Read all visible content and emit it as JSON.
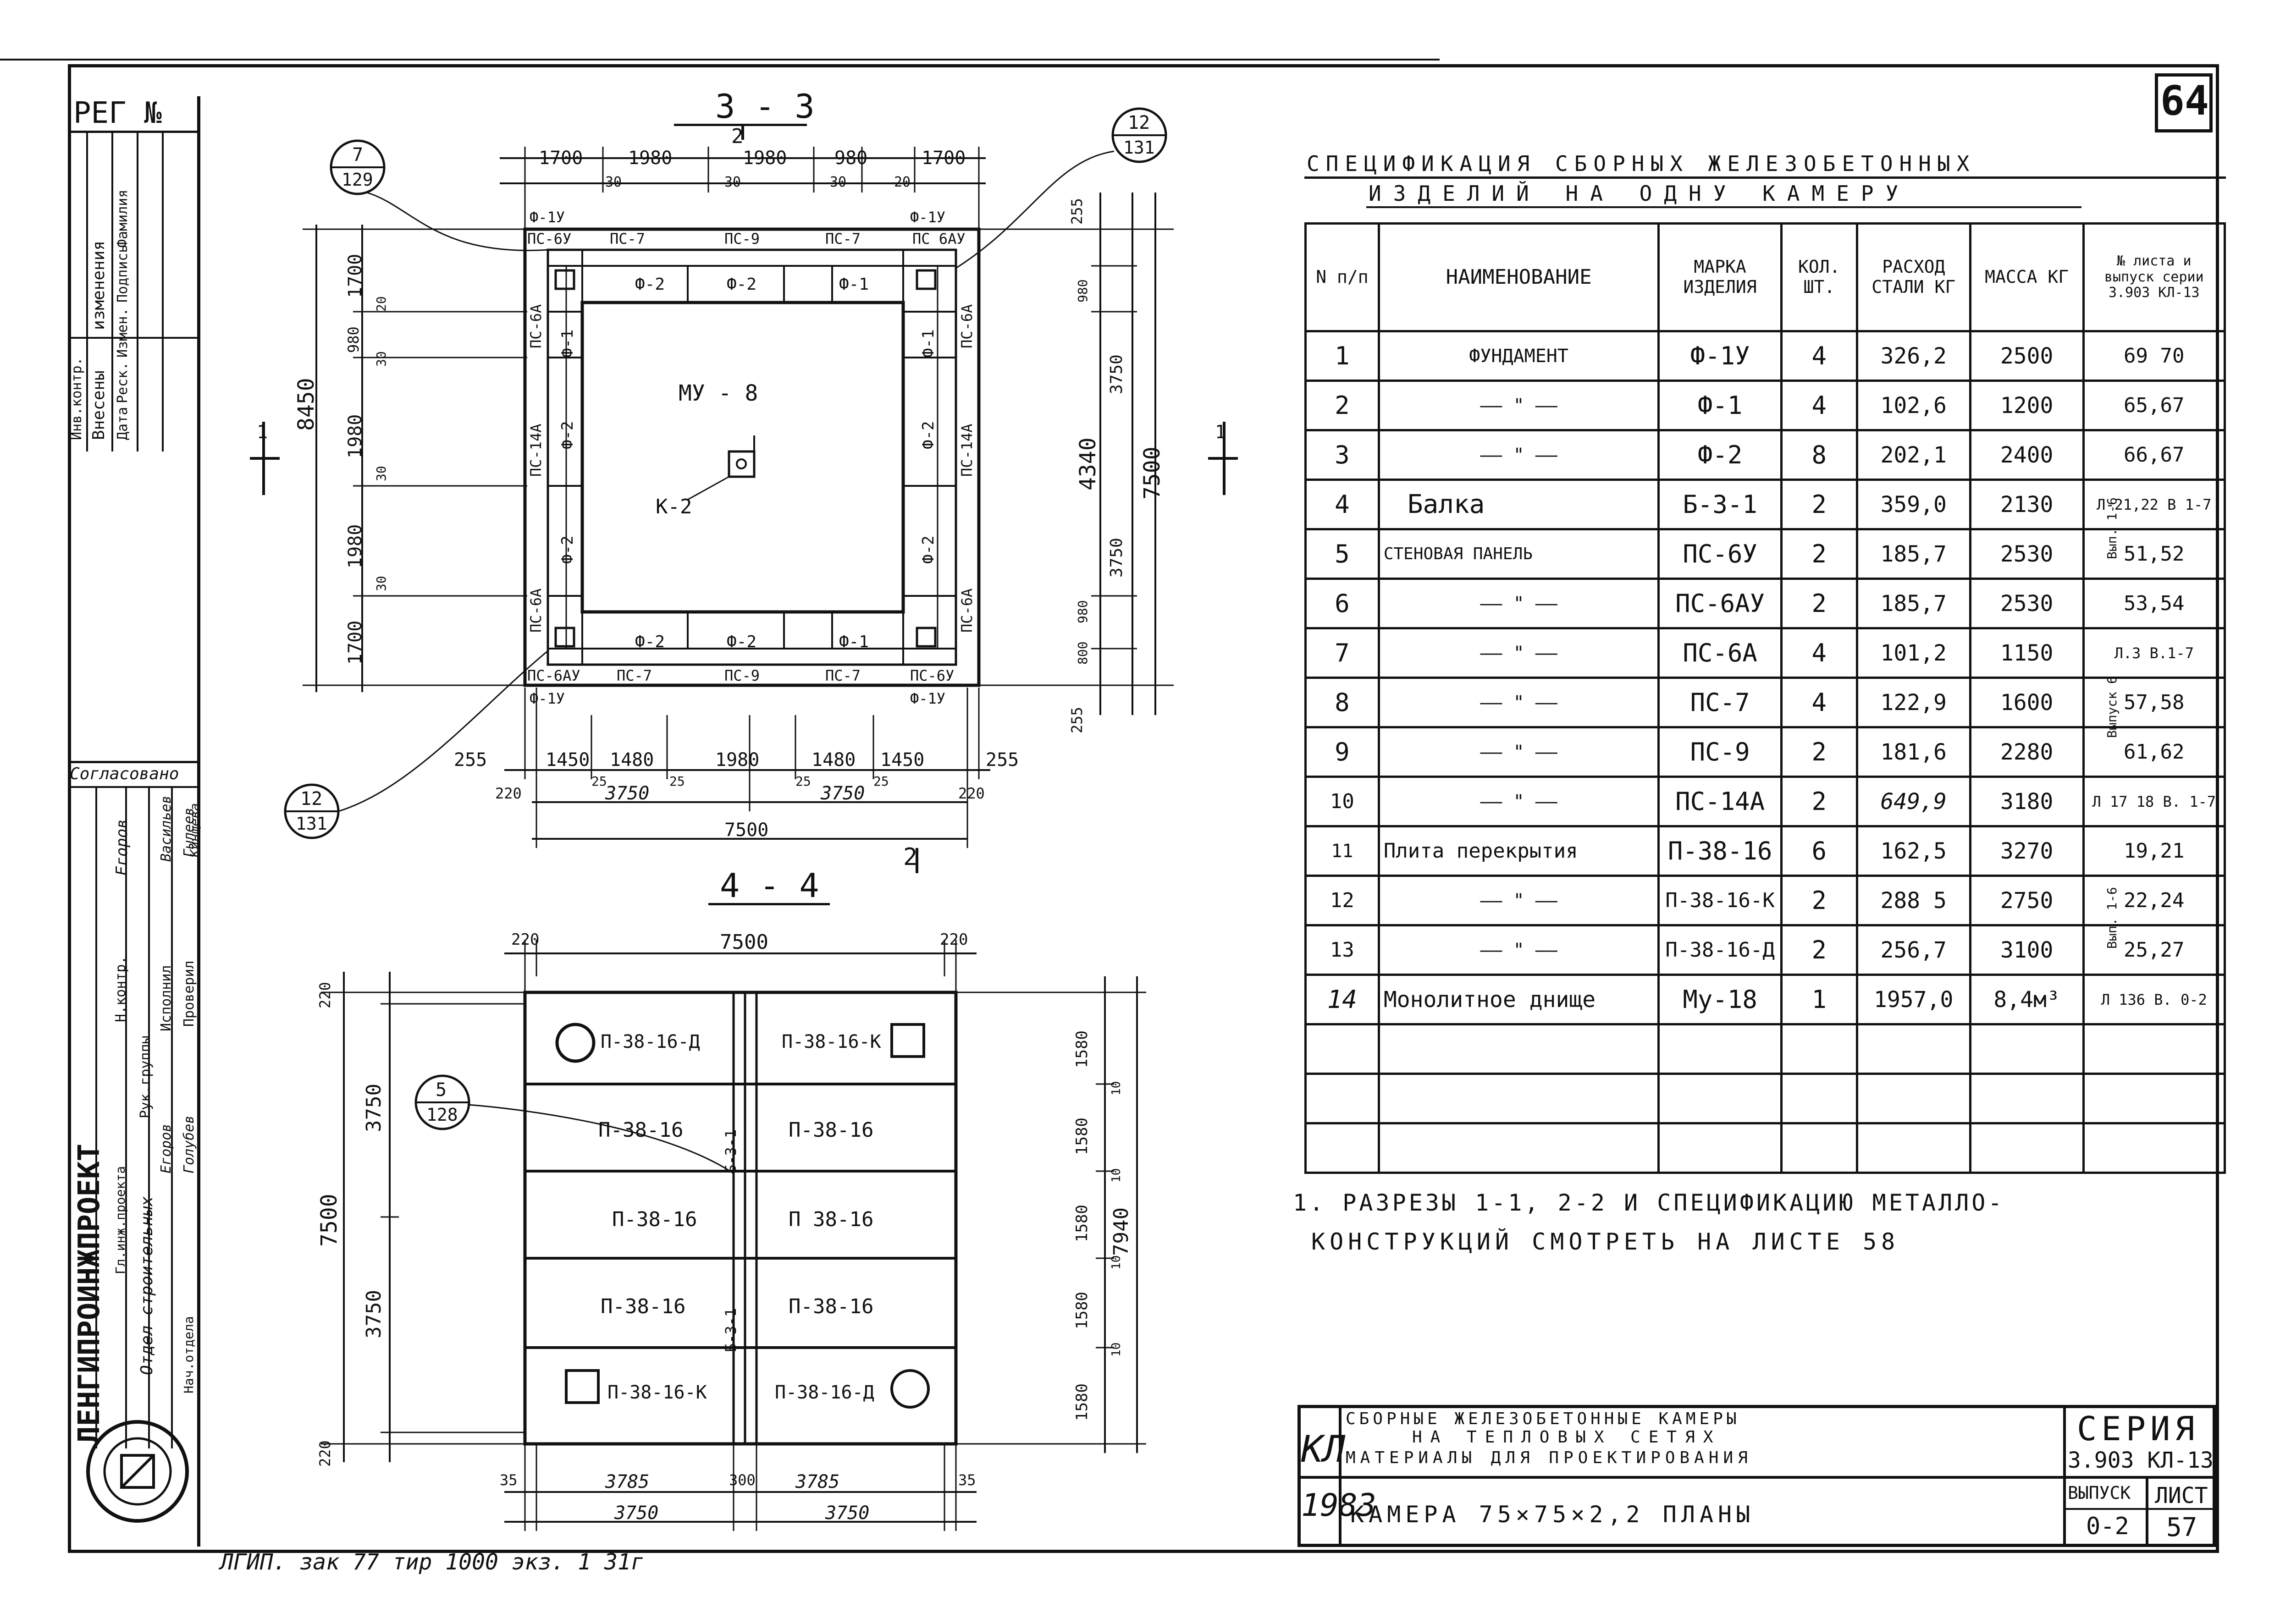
{
  "sheet": {
    "sheet_tag": "64",
    "reg_label": "РЕГ №",
    "footer_note": "ЛГИП. зак 77 тир 1000 экз. 1 31г"
  },
  "sidebar": {
    "rev_headers": [
      "Инв.контр.",
      "Внесены",
      "изменения",
      "Дата",
      "Реск.",
      "Измен.",
      "Подпись",
      "Фамилия"
    ],
    "agreed": "Согласовано",
    "org": "ЛЕНГИПРОИНЖПРОЕКТ",
    "roles": [
      "Н.контр.",
      "Рук.группы",
      "Исполнил",
      "Проверил",
      "Гл.инж.проекта",
      "Отдел строительных",
      "Нач.отдела"
    ],
    "names": [
      "Егоров",
      "Васильев",
      "Гылеев",
      "Кинщева",
      "Егоров",
      "Голубев"
    ]
  },
  "section33": {
    "title": "3 - 3",
    "cut_mark": "2",
    "top_dims": [
      "1700",
      "1980",
      "1980",
      "980",
      "1700"
    ],
    "top_sub": [
      "30",
      "30",
      "30",
      "20"
    ],
    "panels_top": [
      "ПС-6У",
      "ПС-7",
      "ПС-9",
      "ПС-7",
      "ПС 6АУ"
    ],
    "panels_bottom": [
      "ПС-6АУ",
      "ПС-7",
      "ПС-9",
      "ПС-7",
      "ПС-6У"
    ],
    "found_top": [
      "Ф-2",
      "Ф-2",
      "Ф-1"
    ],
    "found_bottom": [
      "Ф-2",
      "Ф-2",
      "Ф-1"
    ],
    "found_left": [
      "Ф-1",
      "Ф-2",
      "Ф-2"
    ],
    "found_right": [
      "Ф-1",
      "Ф-2",
      "Ф-2"
    ],
    "corner_f": [
      "Ф-1У",
      "Ф-1У",
      "Ф-1У",
      "Ф-1У"
    ],
    "left_panels": [
      "ПС-6А",
      "ПС-14А",
      "ПС-6А"
    ],
    "right_panels": [
      "ПС-6А",
      "ПС-14А",
      "ПС-6А"
    ],
    "center_label": "МУ - 8",
    "k_label": "К-2",
    "left_dims": [
      "1700",
      "980",
      "1980",
      "1980",
      "1700"
    ],
    "left_sub": [
      "20",
      "30",
      "30",
      "30"
    ],
    "left_total": "8450",
    "right_dims": [
      "255",
      "980",
      "3750",
      "4340",
      "3750",
      "980",
      "800",
      "255"
    ],
    "right_total": "7500",
    "bot_dims": [
      "255",
      "1450",
      "1480",
      "1980",
      "1480",
      "1450",
      "255"
    ],
    "bot_sub": [
      "25",
      "25",
      "25",
      "25"
    ],
    "bot_mid": [
      "220",
      "3750",
      "3750",
      "220"
    ],
    "bot_total": "7500",
    "cut_left": "1",
    "cut_right": "1",
    "callouts": [
      {
        "top": "7",
        "bottom": "129"
      },
      {
        "top": "12",
        "bottom": "131"
      },
      {
        "top": "12",
        "bottom": "131"
      }
    ]
  },
  "section44": {
    "title": "4 - 4",
    "top_dims": [
      "220",
      "7500",
      "220"
    ],
    "slabs_left": [
      "П-38-16-Д",
      "П-38-16",
      "П-38-16",
      "П-38-16",
      "П-38-16-К"
    ],
    "slabs_right": [
      "П-38-16-К",
      "П-38-16",
      "П 38-16",
      "П-38-16",
      "П-38-16-Д"
    ],
    "beam_labels": [
      "Б-3-1",
      "Б-3-1"
    ],
    "left_dims": [
      "220",
      "3750",
      "7500",
      "3750",
      "220"
    ],
    "right_dims": [
      "1580",
      "10",
      "1580",
      "10",
      "1580",
      "10",
      "1580",
      "10",
      "1580",
      "7940"
    ],
    "bot_dims": [
      "35",
      "3785",
      "300",
      "3785",
      "35"
    ],
    "bot_dims2": [
      "3750",
      "3750"
    ],
    "callout": {
      "top": "5",
      "bottom": "128"
    }
  },
  "spec": {
    "title_line1": "СПЕЦИФИКАЦИЯ СБОРНЫХ ЖЕЛЕЗОБЕТОННЫХ",
    "title_line2": "ИЗДЕЛИЙ НА ОДНУ КАМЕРУ",
    "headers": {
      "num": "N п/п",
      "name": "НАИМЕНОВАНИЕ",
      "mark": "МАРКА ИЗДЕЛИЯ",
      "qty": "КОЛ. ШТ.",
      "steel": "РАСХОД СТАЛИ КГ",
      "mass": "МАССА КГ",
      "sheet": "№ листа и выпуск серии 3.903 КЛ-13"
    },
    "rows": [
      {
        "n": "1",
        "name": "ФУНДАМЕНТ",
        "mark": "Ф-1У",
        "qty": "4",
        "steel": "326,2",
        "mass": "2500",
        "sheet": "69 70"
      },
      {
        "n": "2",
        "name": "—— \" ——",
        "mark": "Ф-1",
        "qty": "4",
        "steel": "102,6",
        "mass": "1200",
        "sheet": "65,67"
      },
      {
        "n": "3",
        "name": "—— \" ——",
        "mark": "Ф-2",
        "qty": "8",
        "steel": "202,1",
        "mass": "2400",
        "sheet": "66,67"
      },
      {
        "n": "4",
        "name": "Балка",
        "mark": "Б-3-1",
        "qty": "2",
        "steel": "359,0",
        "mass": "2130",
        "sheet": "Л-21,22 В 1-7"
      },
      {
        "n": "5",
        "name": "СТЕНОВАЯ ПАНЕЛЬ",
        "mark": "ПС-6У",
        "qty": "2",
        "steel": "185,7",
        "mass": "2530",
        "sheet": "51,52"
      },
      {
        "n": "6",
        "name": "—— \" ——",
        "mark": "ПС-6АУ",
        "qty": "2",
        "steel": "185,7",
        "mass": "2530",
        "sheet": "53,54"
      },
      {
        "n": "7",
        "name": "—— \" ——",
        "mark": "ПС-6А",
        "qty": "4",
        "steel": "101,2",
        "mass": "1150",
        "sheet": "Л.3 В.1-7"
      },
      {
        "n": "8",
        "name": "—— \" ——",
        "mark": "ПС-7",
        "qty": "4",
        "steel": "122,9",
        "mass": "1600",
        "sheet": "57,58"
      },
      {
        "n": "9",
        "name": "—— \" ——",
        "mark": "ПС-9",
        "qty": "2",
        "steel": "181,6",
        "mass": "2280",
        "sheet": "61,62"
      },
      {
        "n": "10",
        "name": "—— \" ——",
        "mark": "ПС-14А",
        "qty": "2",
        "steel": "649,9",
        "mass": "3180",
        "sheet": "Л 17 18 В. 1-7"
      },
      {
        "n": "11",
        "name": "Плита перекрытия",
        "mark": "П-38-16",
        "qty": "6",
        "steel": "162,5",
        "mass": "3270",
        "sheet": "19,21"
      },
      {
        "n": "12",
        "name": "—— \" ——",
        "mark": "П-38-16-К",
        "qty": "2",
        "steel": "288 5",
        "mass": "2750",
        "sheet": "22,24"
      },
      {
        "n": "13",
        "name": "—— \" ——",
        "mark": "П-38-16-Д",
        "qty": "2",
        "steel": "256,7",
        "mass": "3100",
        "sheet": "25,27"
      },
      {
        "n": "14",
        "name": "Монолитное днище",
        "mark": "Му-18",
        "qty": "1",
        "steel": "1957,0",
        "mass": "8,4м³",
        "sheet": "Л 136 В. 0-2"
      }
    ],
    "side_marks": [
      "Вып. 1-6",
      "Выпуск 6",
      "Вып. 1-6"
    ]
  },
  "note": {
    "line1": "1. РАЗРЕЗЫ 1-1, 2-2 И СПЕЦИФИКАЦИЮ МЕТАЛЛО-",
    "line2": "КОНСТРУКЦИЙ СМОТРЕТЬ НА ЛИСТЕ 58"
  },
  "titleblock": {
    "code": "КЛ",
    "year": "1983",
    "desc1": "СБОРНЫЕ ЖЕЛЕЗОБЕТОННЫЕ КАМЕРЫ",
    "desc2": "НА ТЕПЛОВЫХ СЕТЯХ",
    "desc3": "МАТЕРИАЛЫ ДЛЯ ПРОЕКТИРОВАНИЯ",
    "series_label": "СЕРИЯ",
    "series_value": "3.903 КЛ-13",
    "title": "КАМЕРА 75×75×2,2 ПЛАНЫ",
    "issue_label": "ВЫПУСК",
    "issue_value": "0-2",
    "sheet_label": "ЛИСТ",
    "sheet_value": "57"
  }
}
